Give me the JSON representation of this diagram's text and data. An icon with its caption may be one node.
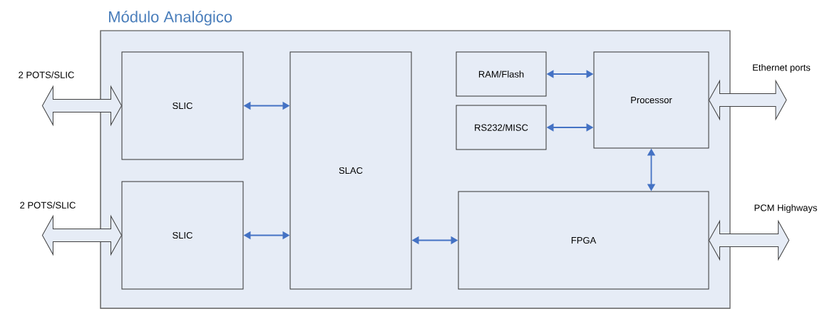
{
  "diagram": {
    "nodes": [
      {
        "text": [
          "Módulo Analógico"
        ]
      },
      {
        "text": [
          "SLIC"
        ],
        "in": 0
      },
      {
        "text": [
          "SLIC"
        ],
        "in": 0
      },
      {
        "text": [
          "SLAC"
        ],
        "in": 0
      },
      {
        "text": [
          "RAM/Flash"
        ],
        "in": 0
      },
      {
        "text": [
          "RS232/MISC"
        ],
        "in": 0
      },
      {
        "text": [
          "Processor"
        ],
        "in": 0
      },
      {
        "text": [
          "FPGA"
        ],
        "in": 0
      },
      {
        "text": [
          "2 POTS/SLIC"
        ]
      },
      {
        "text": [
          "2 POTS/SLIC"
        ]
      },
      {
        "text": [
          "Ethernet ports"
        ]
      },
      {
        "text": [
          "PCM Highways"
        ]
      }
    ],
    "edges": [
      {
        "from": 8,
        "to": 1,
        "arrow": "both",
        "style": "thick",
        "color": "#404040"
      },
      {
        "from": 9,
        "to": 2,
        "arrow": "both",
        "style": "thick",
        "color": "#404040"
      },
      {
        "from": 1,
        "to": 3,
        "arrow": "both"
      },
      {
        "from": 2,
        "to": 3,
        "arrow": "both"
      },
      {
        "from": 4,
        "to": 6,
        "arrow": "both"
      },
      {
        "from": 5,
        "to": 6,
        "arrow": "both"
      },
      {
        "from": 6,
        "to": 7,
        "arrow": "both"
      },
      {
        "from": 3,
        "to": 7,
        "arrow": "both"
      },
      {
        "from": 10,
        "to": 6,
        "arrow": "both",
        "style": "thick",
        "color": "#404040"
      },
      {
        "from": 11,
        "to": 7,
        "arrow": "both",
        "style": "thick",
        "color": "#404040"
      }
    ]
  }
}
